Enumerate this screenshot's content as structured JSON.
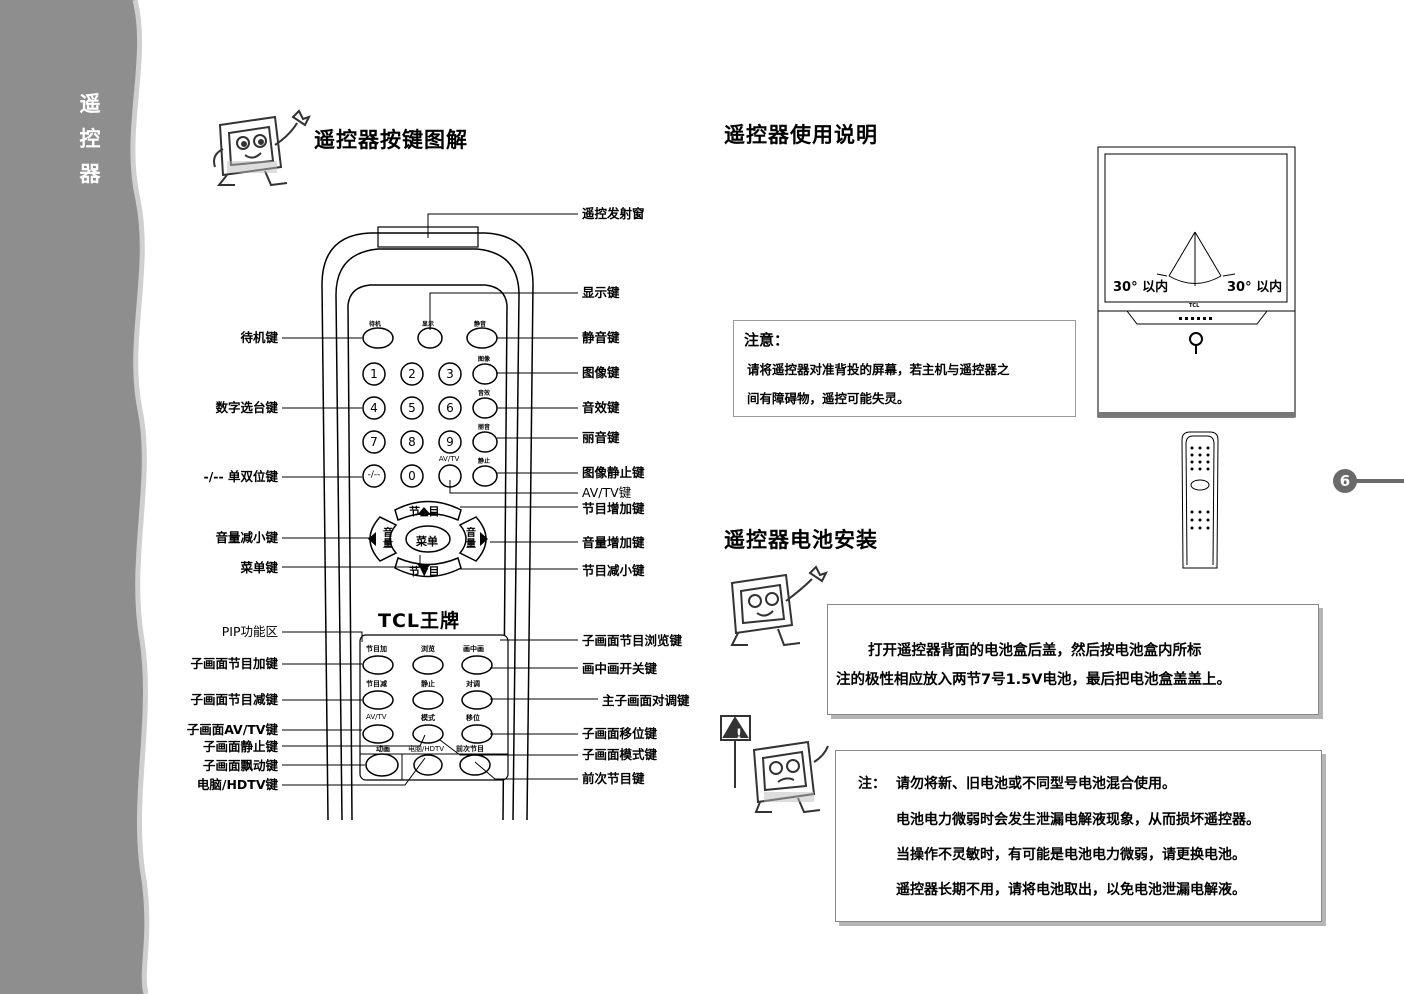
{
  "sidebar": {
    "chars": [
      "遥",
      "控",
      "器"
    ]
  },
  "left_section": {
    "title": "遥控器按键图解",
    "remote_logo": "TCL王牌",
    "button_small_labels": {
      "standby": "待机",
      "display": "显示",
      "mute": "静音",
      "picture": "图像",
      "sound": "音效",
      "li_sound": "丽音",
      "freeze": "静止",
      "av_tv": "AV/TV",
      "vol_minus_char": "音量",
      "vol_plus_char": "音量",
      "ch_up": "节▲目",
      "ch_down": "节▼目",
      "menu": "菜单",
      "pip_row1": [
        "节目加",
        "浏览",
        "画中画"
      ],
      "pip_row2": [
        "节目减",
        "静止",
        "对调"
      ],
      "pip_row3": [
        "AV/TV",
        "模式",
        "移位"
      ],
      "pip_row4": [
        "动画",
        "电脑/HDTV",
        "前次节目"
      ]
    },
    "digits": [
      "1",
      "2",
      "3",
      "4",
      "5",
      "6",
      "7",
      "8",
      "9",
      "-/--",
      "0",
      "AV/TV"
    ],
    "labels_left": {
      "standby": "待机键",
      "digits": "数字选台键",
      "single_double": "-/-- 单双位键",
      "vol_down": "音量减小键",
      "menu": "菜单键",
      "pip_area": "PIP功能区",
      "sub_ch_up": "子画面节目加键",
      "sub_ch_down": "子画面节目减键",
      "sub_avtv": "子画面AV/TV键",
      "sub_freeze": "子画面静止键",
      "sub_anim": "子画面飘动键",
      "pc_hdtv": "电脑/HDTV键"
    },
    "labels_right": {
      "ir_window": "遥控发射窗",
      "display": "显示键",
      "mute": "静音键",
      "picture": "图像键",
      "sound": "音效键",
      "li_sound": "丽音键",
      "freeze": "图像静止键",
      "av_tv": "AV/TV键",
      "ch_up": "节目增加键",
      "vol_up": "音量增加键",
      "ch_down": "节目减小键",
      "sub_browse": "子画面节目浏览键",
      "pip_toggle": "画中画开关键",
      "main_sub_swap": "主子画面对调键",
      "sub_move": "子画面移位键",
      "sub_mode": "子画面模式键",
      "prev_ch": "前次节目键"
    }
  },
  "usage_section": {
    "title": "遥控器使用说明",
    "note_title": "注意：",
    "note_line1": "请将遥控器对准背投的屏幕，若主机与遥控器之",
    "note_line2": "间有障碍物，遥控可能失灵。",
    "angle_left": "30° 以内",
    "angle_right": "30° 以内",
    "tv_brand": "TCL"
  },
  "battery_section": {
    "title": "遥控器电池安装",
    "instruction_line1": "打开遥控器背面的电池盒后盖，然后按电池盒内所标",
    "instruction_line2": "注的极性相应放入两节7号1.5V电池，最后把电池盒盖盖上。",
    "warning_prefix": "注：",
    "warnings": [
      "请勿将新、旧电池或不同型号电池混合使用。",
      "电池电力微弱时会发生泄漏电解液现象，从而损坏遥控器。",
      "当操作不灵敏时，有可能是电池电力微弱，请更换电池。",
      "遥控器长期不用，请将电池取出，以免电池泄漏电解液。"
    ]
  },
  "page_number": "6",
  "colors": {
    "sidebar": "#8e8e8e",
    "box_shadow": "#b5b5b5"
  }
}
